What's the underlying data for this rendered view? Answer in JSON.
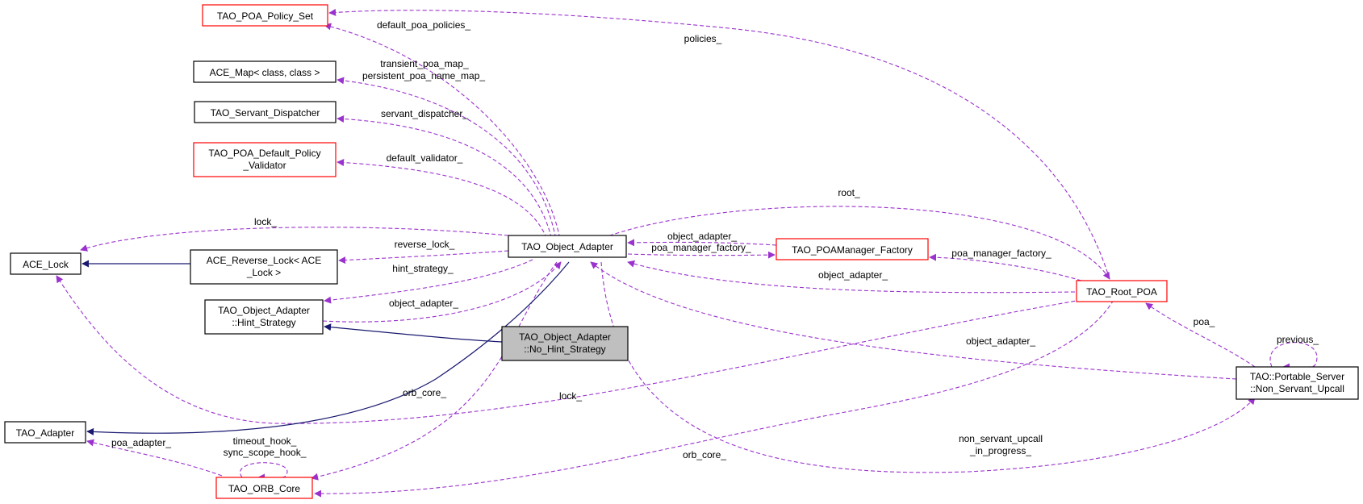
{
  "colors": {
    "usage_edge": "#9a32cd",
    "inheritance_edge": "#191970",
    "node_border_default": "#000000",
    "node_border_truncated": "#ff0000",
    "focus_fill": "#bfbfbf"
  },
  "nodes": {
    "policy_set": {
      "lines": [
        "TAO_POA_Policy_Set"
      ]
    },
    "ace_map": {
      "lines": [
        "ACE_Map< class, class >"
      ]
    },
    "servant_dispatcher": {
      "lines": [
        "TAO_Servant_Dispatcher"
      ]
    },
    "default_policy_validator": {
      "lines": [
        "TAO_POA_Default_Policy",
        "_Validator"
      ]
    },
    "ace_lock": {
      "lines": [
        "ACE_Lock"
      ]
    },
    "ace_reverse_lock": {
      "lines": [
        "ACE_Reverse_Lock< ACE",
        "_Lock >"
      ]
    },
    "object_adapter": {
      "lines": [
        "TAO_Object_Adapter"
      ]
    },
    "hint_strategy": {
      "lines": [
        "TAO_Object_Adapter",
        "::Hint_Strategy"
      ]
    },
    "no_hint_strategy": {
      "lines": [
        "TAO_Object_Adapter",
        "::No_Hint_Strategy"
      ]
    },
    "poamanager_factory": {
      "lines": [
        "TAO_POAManager_Factory"
      ]
    },
    "root_poa": {
      "lines": [
        "TAO_Root_POA"
      ]
    },
    "non_servant_upcall": {
      "lines": [
        "TAO::Portable_Server",
        "::Non_Servant_Upcall"
      ]
    },
    "tao_adapter": {
      "lines": [
        "TAO_Adapter"
      ]
    },
    "orb_core": {
      "lines": [
        "TAO_ORB_Core"
      ]
    }
  },
  "edge_labels": {
    "default_poa_policies": [
      "default_poa_policies_"
    ],
    "policies": [
      "policies_"
    ],
    "poa_maps": [
      "transient_poa_map_",
      "persistent_poa_name_map_"
    ],
    "servant_dispatcher": [
      "servant_dispatcher_"
    ],
    "default_validator": [
      "default_validator_"
    ],
    "root": [
      "root_"
    ],
    "lock_top": [
      "lock_"
    ],
    "reverse_lock": [
      "reverse_lock_"
    ],
    "object_adapter_factory": [
      "object_adapter_"
    ],
    "poa_manager_factory_oa": [
      "poa_manager_factory_"
    ],
    "poa_manager_factory_root": [
      "poa_manager_factory_"
    ],
    "hint_strategy": [
      "hint_strategy_"
    ],
    "object_adapter_root": [
      "object_adapter_"
    ],
    "object_adapter_hint": [
      "object_adapter_"
    ],
    "poa": [
      "poa_"
    ],
    "previous": [
      "previous_"
    ],
    "object_adapter_upcall": [
      "object_adapter_"
    ],
    "orb_core_oa": [
      "orb_core_"
    ],
    "lock_bottom": [
      "lock_"
    ],
    "non_servant_upcall_in_progress": [
      "non_servant_upcall",
      "_in_progress_"
    ],
    "poa_adapter": [
      "poa_adapter_"
    ],
    "orb_hooks": [
      "timeout_hook_",
      "sync_scope_hook_"
    ],
    "orb_core_root": [
      "orb_core_"
    ]
  }
}
